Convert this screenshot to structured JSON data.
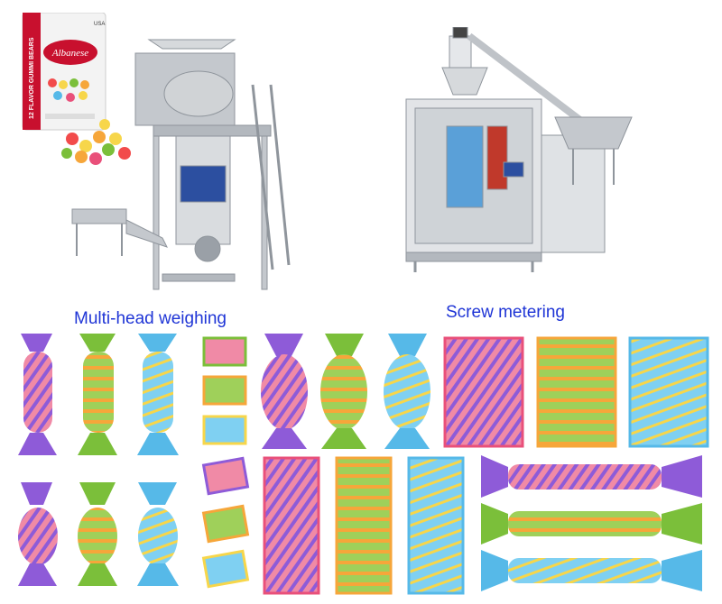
{
  "captions": {
    "left": "Multi-head weighing",
    "right": "Screw metering"
  },
  "package": {
    "brand": "Albanese",
    "side_text": "12 FLAVOR GUMMI BEARS",
    "flag_text": "USA"
  },
  "colors": {
    "caption_blue": "#1f35d6",
    "steel": "#b8bcc2",
    "candy_pink": "#e9507a",
    "candy_purple": "#8e5bd8",
    "candy_green": "#7bbf3a",
    "candy_orange": "#f6a63a",
    "candy_yellow": "#f7d64a",
    "candy_blue": "#56b9e8"
  }
}
